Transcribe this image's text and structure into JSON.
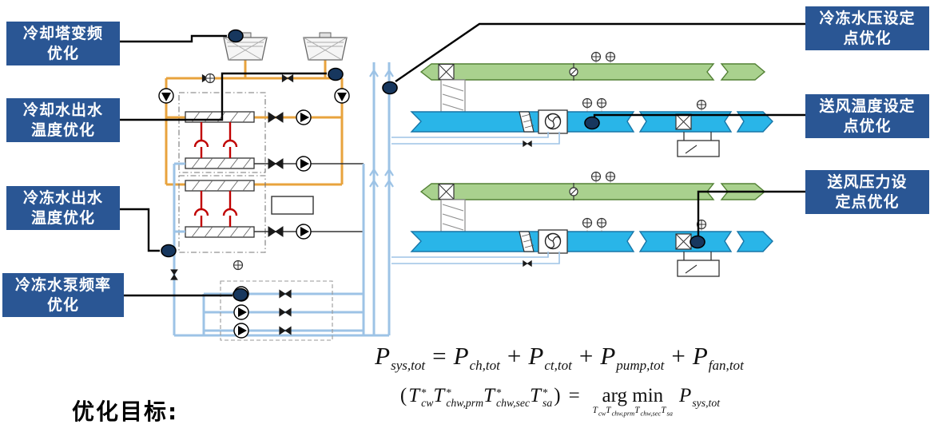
{
  "slide": {
    "background": "#FFFFFF",
    "objective_heading": "优化目标:"
  },
  "palette": {
    "callout_box": "#2A5694",
    "callout_text": "#FFFFFF",
    "callout_line": "#000000",
    "marker_dot": "#17375E",
    "condenser_water_pipe": "#E8A33D",
    "chilled_water_pipe": "#9DC3E6",
    "refrigerant_red": "#C00000",
    "return_air_duct": "#A9D18E",
    "return_air_duct_border": "#538135",
    "supply_air_duct": "#29B5E8",
    "supply_air_duct_border": "#1876A8"
  },
  "callouts_left": [
    {
      "line1": "冷却塔变频",
      "line2": "优化"
    },
    {
      "line1": "冷却水出水",
      "line2": "温度优化"
    },
    {
      "line1": "冷冻水出水",
      "line2": "温度优化"
    },
    {
      "line1": "冷冻水泵频率",
      "line2": "优化"
    }
  ],
  "callouts_right": [
    {
      "line1": "冷冻水压设定",
      "line2": "点优化"
    },
    {
      "line1": "送风温度设定",
      "line2": "点优化"
    },
    {
      "line1": "送风压力设",
      "line2": "定点优化"
    }
  ],
  "formulas": {
    "power_balance": {
      "terms": [
        {
          "base": "P",
          "sub": "sys,tot"
        },
        {
          "op": "="
        },
        {
          "base": "P",
          "sub": "ch,tot"
        },
        {
          "op": "+"
        },
        {
          "base": "P",
          "sub": "ct,tot"
        },
        {
          "op": "+"
        },
        {
          "base": "P",
          "sub": "pump,tot"
        },
        {
          "op": "+"
        },
        {
          "base": "P",
          "sub": "fan,tot"
        }
      ]
    },
    "argmin": {
      "open_paren": "(",
      "decision_vars": [
        {
          "base": "T",
          "sup": "*",
          "sub": "cw"
        },
        {
          "base": "T",
          "sup": "*",
          "sub": "chw,prm"
        },
        {
          "base": "T",
          "sup": "*",
          "sub": "chw,sec"
        },
        {
          "base": "T",
          "sup": "*",
          "sub": "sa"
        }
      ],
      "close_paren": ")",
      "equals": "=",
      "operator": "arg min",
      "under_vars": [
        {
          "base": "T",
          "sub": "cw"
        },
        {
          "base": "T",
          "sub": "chw,prm"
        },
        {
          "base": "T",
          "sub": "chw,sec"
        },
        {
          "base": "T",
          "sub": "sa"
        }
      ],
      "objective_term": {
        "base": "P",
        "sub": "sys,tot"
      }
    }
  }
}
